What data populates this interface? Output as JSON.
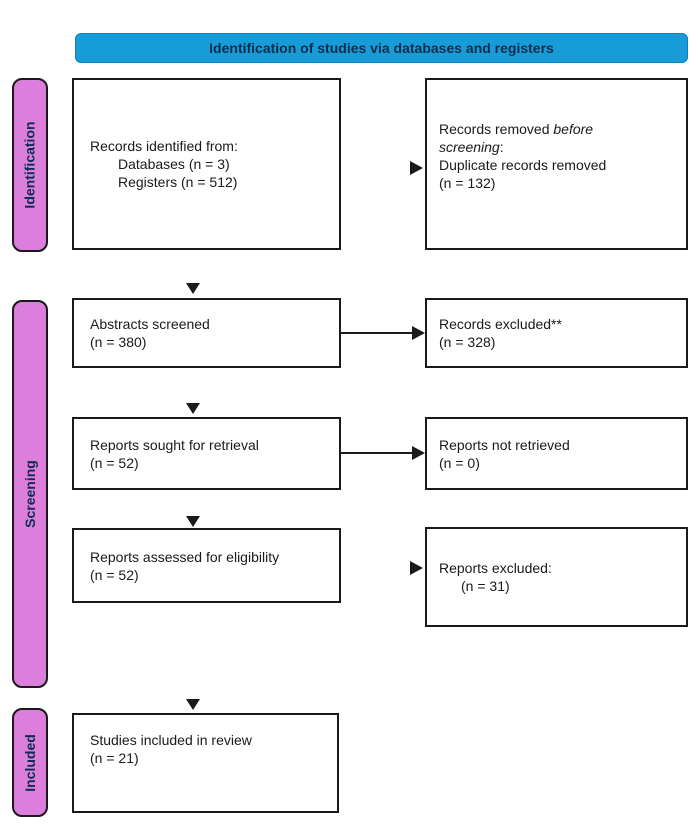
{
  "colors": {
    "header_bg": "#189CD8",
    "header_text": "#0D2D4E",
    "sidebar_bg": "#DC7EDC",
    "line_color": "#1A1A1A"
  },
  "header": {
    "label": "Identification of studies via databases and registers"
  },
  "sidebar": {
    "identification_label": "Identification",
    "screening_label": "Screening",
    "included_label": "Included"
  },
  "flow": {
    "records_identified": {
      "title": "Records identified from:",
      "items": [
        "Databases (n = 3)",
        "Registers (n = 512)"
      ]
    },
    "records_removed": {
      "line1_prefix": "Records removed ",
      "line1_italic": "before screening",
      "line1_suffix": ":",
      "line2": "Duplicate records removed",
      "line3": "(n = 132)"
    },
    "abstracts_screened": {
      "line1": "Abstracts screened",
      "line2": "(n = 380)"
    },
    "records_excluded": {
      "line1": "Records excluded**",
      "line2": "(n = 328)"
    },
    "reports_sought": {
      "line1": "Reports sought for retrieval",
      "line2": "(n = 52)"
    },
    "reports_not_retrieved": {
      "line1": "Reports not retrieved",
      "line2": "(n = 0)"
    },
    "reports_assessed": {
      "line1": "Reports assessed for eligibility",
      "line2": "(n = 52)"
    },
    "reports_excluded": {
      "line1": "Reports excluded:",
      "line2": "(n = 31)"
    },
    "studies_included": {
      "line1": "Studies included in review",
      "line2": "(n = 21)"
    }
  }
}
